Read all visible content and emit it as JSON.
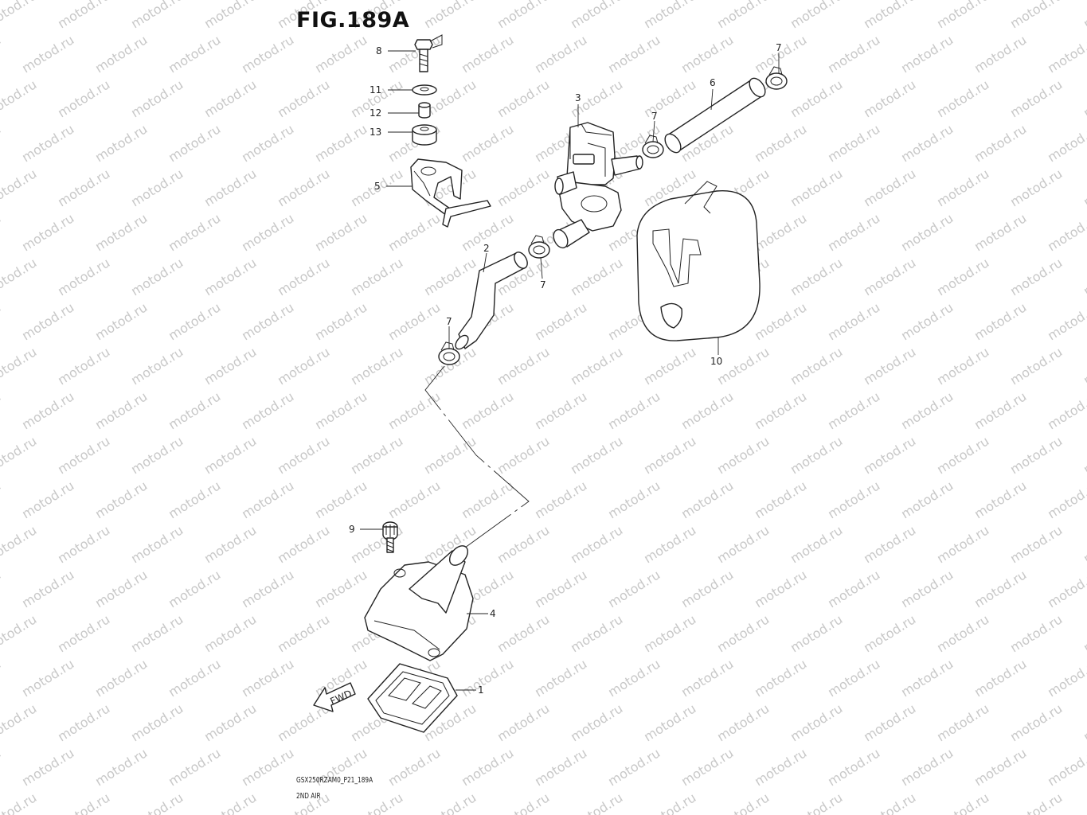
{
  "figure": {
    "title": "FIG.189A",
    "code": "GSX250RZAM0_P21_189A",
    "section": "2ND AIR"
  },
  "watermark": {
    "text": "motod.ru",
    "color": "#c8c8c8"
  },
  "fwd_arrow": {
    "label": "FWD"
  },
  "callouts": [
    {
      "key": "c8",
      "label": "8"
    },
    {
      "key": "c11",
      "label": "11"
    },
    {
      "key": "c12",
      "label": "12"
    },
    {
      "key": "c13",
      "label": "13"
    },
    {
      "key": "c5",
      "label": "5"
    },
    {
      "key": "c3",
      "label": "3"
    },
    {
      "key": "c6",
      "label": "6"
    },
    {
      "key": "c7a",
      "label": "7"
    },
    {
      "key": "c7b",
      "label": "7"
    },
    {
      "key": "c7c",
      "label": "7"
    },
    {
      "key": "c7d",
      "label": "7"
    },
    {
      "key": "c2",
      "label": "2"
    },
    {
      "key": "c10",
      "label": "10"
    },
    {
      "key": "c9",
      "label": "9"
    },
    {
      "key": "c4",
      "label": "4"
    },
    {
      "key": "c1",
      "label": "1"
    }
  ]
}
